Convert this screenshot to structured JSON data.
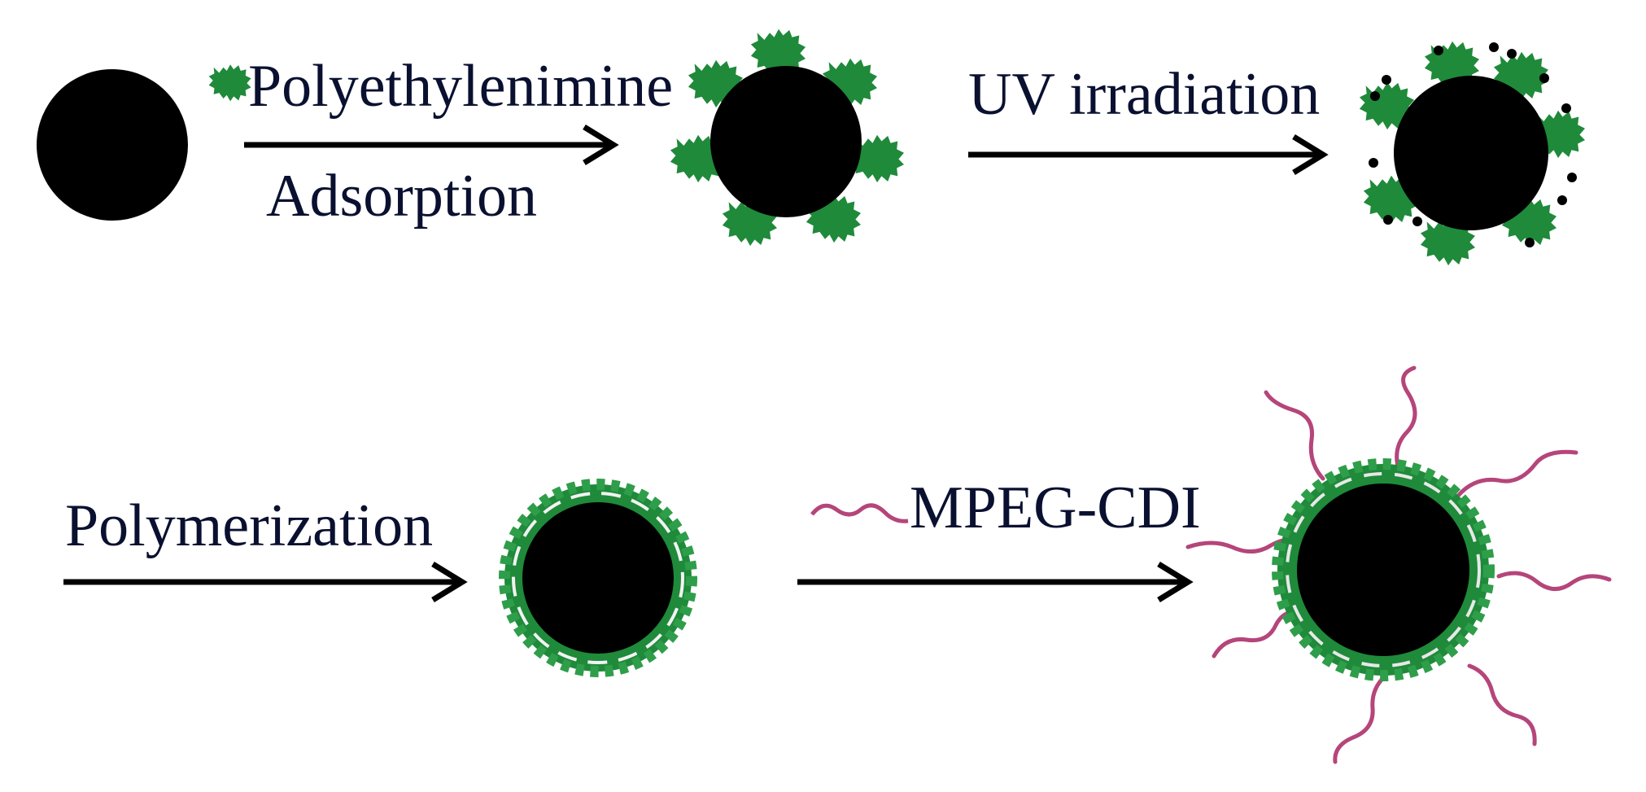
{
  "labels": {
    "pei": "Polyethylenimine",
    "adsorption": "Adsorption",
    "uv": "UV irradiation",
    "polymerization": "Polymerization",
    "mpeg": "MPEG-CDI"
  },
  "colors": {
    "background": "#ffffff",
    "particle": "#000000",
    "pei_blob": "#1f8a3a",
    "pei_blob_dark": "#126b29",
    "mpeg_chain": "#b5457a",
    "arrow": "#000000",
    "text": "#0a1030"
  },
  "steps": [
    {
      "name": "bare-particle"
    },
    {
      "name": "pei-adsorbed-particle"
    },
    {
      "name": "uv-activated-particle"
    },
    {
      "name": "polymerized-shell-particle"
    },
    {
      "name": "mpeg-grafted-particle"
    }
  ]
}
